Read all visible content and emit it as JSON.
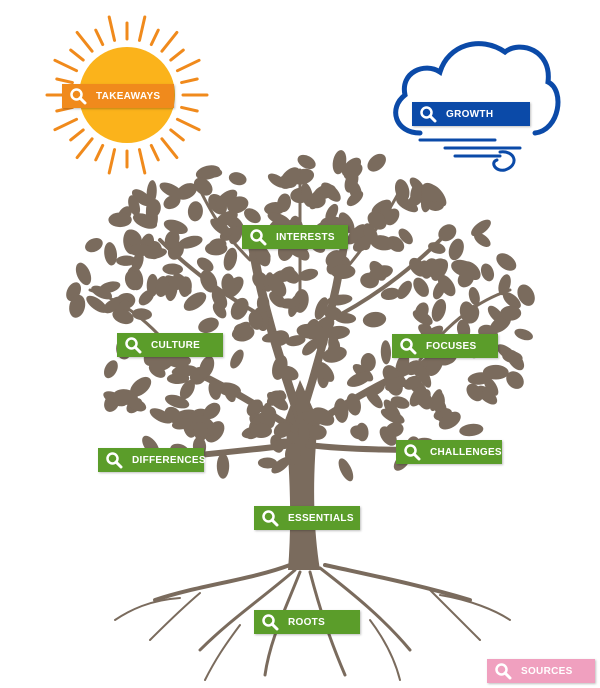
{
  "hotspots": {
    "takeaways": {
      "label": "TAKEAWAYS"
    },
    "growth": {
      "label": "GROWTH"
    },
    "interests": {
      "label": "INTERESTS"
    },
    "culture": {
      "label": "CULTURE"
    },
    "focuses": {
      "label": "FOCUSES"
    },
    "differences": {
      "label": "DIFFERENCES"
    },
    "challenges": {
      "label": "CHALLENGES"
    },
    "essentials": {
      "label": "ESSENTIALS"
    },
    "roots": {
      "label": "ROOTS"
    },
    "sources": {
      "label": "SOURCES"
    }
  },
  "colors": {
    "tree": "#7a6b5d",
    "leaf_green": "#5b9d2a",
    "sun_orange": "#f08a1c",
    "sun_yellow": "#fbb31b",
    "cloud_blue": "#0b4aa8",
    "sources_pink": "#f0a0bf"
  },
  "icons": {
    "label_icon": "magnifier-icon",
    "sun": "sun-icon",
    "cloud": "cloud-wind-icon"
  }
}
